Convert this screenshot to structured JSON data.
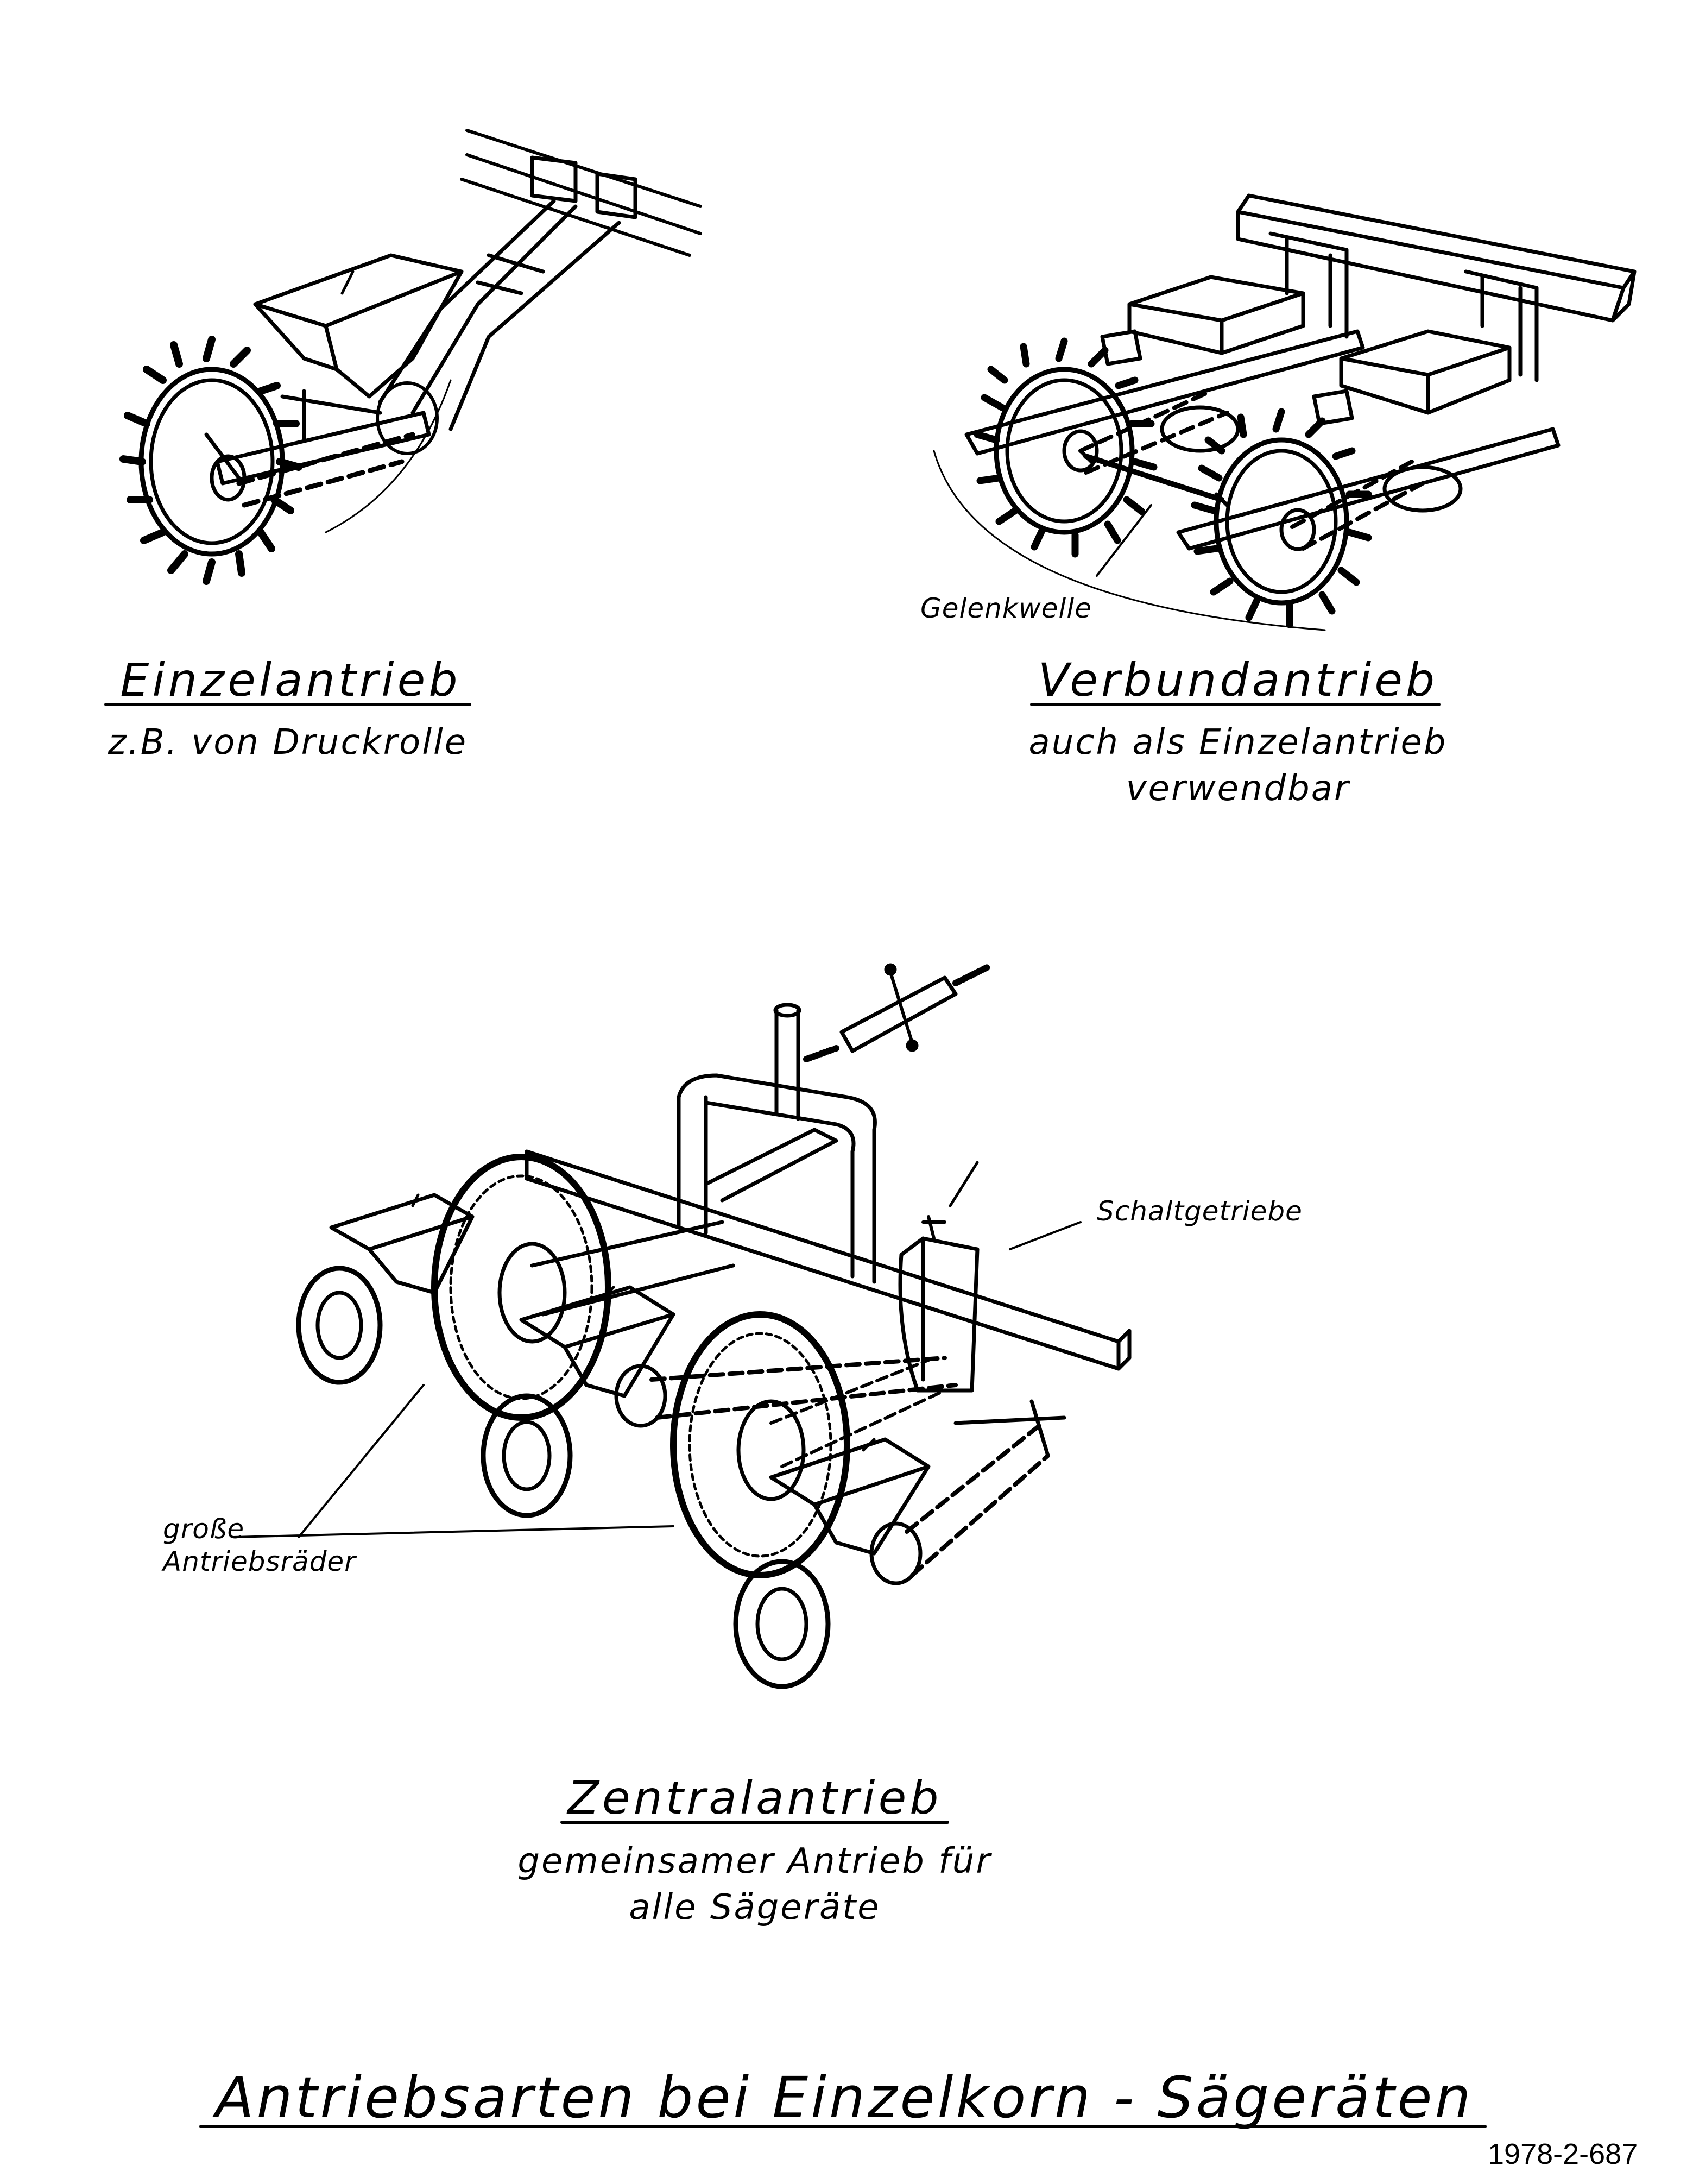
{
  "drawings": {
    "einzel": {
      "heading": "Einzelantrieb",
      "sub": "z.B. von Druckrolle"
    },
    "verbund": {
      "heading": "Verbundantrieb",
      "sub_lines": [
        "auch als Einzelantrieb",
        "verwendbar"
      ],
      "callout": "Gelenkwelle"
    },
    "zentral": {
      "heading": "Zentralantrieb",
      "sub_lines": [
        "gemeinsamer Antrieb für",
        "alle Sägeräte"
      ],
      "callout_gear": "Schaltgetriebe",
      "callout_wheels": [
        "große",
        "Antriebsräder"
      ]
    }
  },
  "title": "Antriebsarten bei Einzelkorn - Sägeräten",
  "reference": "1978-2-687"
}
